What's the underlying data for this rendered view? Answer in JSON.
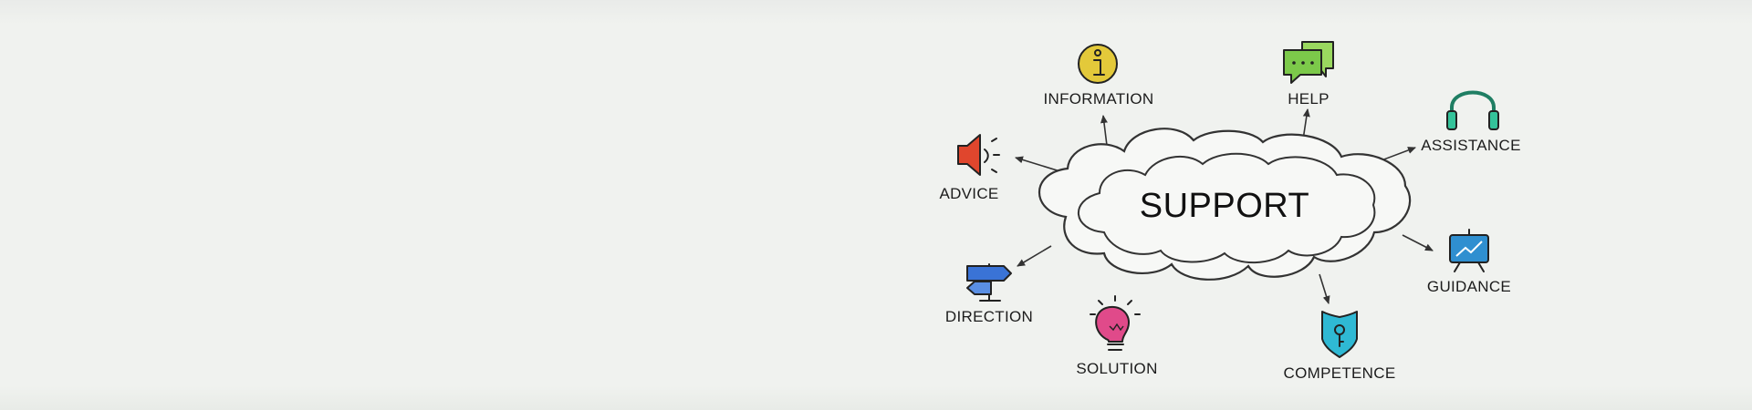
{
  "center": {
    "label": "SUPPORT"
  },
  "nodes": [
    {
      "id": "information",
      "label": "INFORMATION",
      "icon": "info-icon",
      "color": "#e3c93a"
    },
    {
      "id": "help",
      "label": "HELP",
      "icon": "speech-bubbles-icon",
      "color": "#7cc94a"
    },
    {
      "id": "assistance",
      "label": "ASSISTANCE",
      "icon": "headphones-icon",
      "color": "#34c39a"
    },
    {
      "id": "advice",
      "label": "ADVICE",
      "icon": "megaphone-icon",
      "color": "#e0462d"
    },
    {
      "id": "guidance",
      "label": "GUIDANCE",
      "icon": "presentation-board-icon",
      "color": "#2f8fd0"
    },
    {
      "id": "direction",
      "label": "DIRECTION",
      "icon": "signpost-icon",
      "color": "#3a73d6"
    },
    {
      "id": "solution",
      "label": "SOLUTION",
      "icon": "lightbulb-icon",
      "color": "#e04a8a"
    },
    {
      "id": "competence",
      "label": "COMPETENCE",
      "icon": "shield-key-icon",
      "color": "#2fb9d4"
    }
  ]
}
